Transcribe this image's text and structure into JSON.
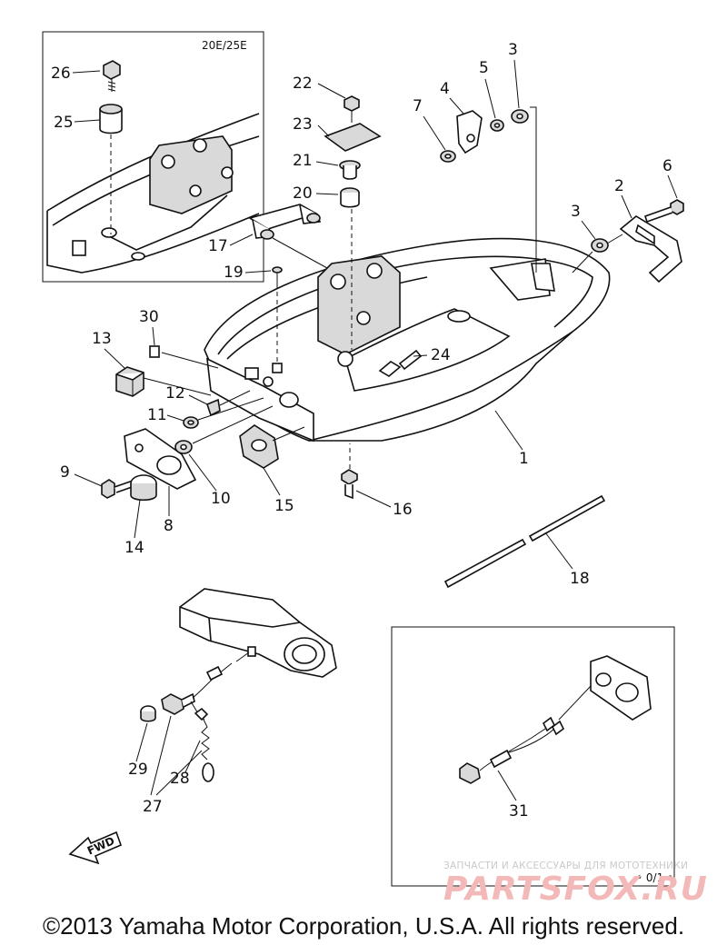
{
  "inset_label": "20E/25E",
  "callouts": {
    "c1": "1",
    "c2": "2",
    "c3a": "3",
    "c3b": "3",
    "c4": "4",
    "c5": "5",
    "c6": "6",
    "c7": "7",
    "c8": "8",
    "c9": "9",
    "c10": "10",
    "c11": "11",
    "c12": "12",
    "c13": "13",
    "c14": "14",
    "c15": "15",
    "c16": "16",
    "c17": "17",
    "c18": "18",
    "c19": "19",
    "c20": "20",
    "c21": "21",
    "c22": "22",
    "c23": "23",
    "c24": "24",
    "c25": "25",
    "c26": "26",
    "c27": "27",
    "c28": "28",
    "c29": "29",
    "c30": "30",
    "c31": "31"
  },
  "fwd_label": "FWD",
  "version_label": "• 0/1 •",
  "watermark": {
    "tagline": "ЗАПЧАСТИ И АКСЕССУАРЫ ДЛЯ МОТОТЕХНИКИ",
    "logo": "PARTSFOX.RU"
  },
  "copyright": "©2013 Yamaha Motor Corporation, U.S.A. All rights reserved."
}
